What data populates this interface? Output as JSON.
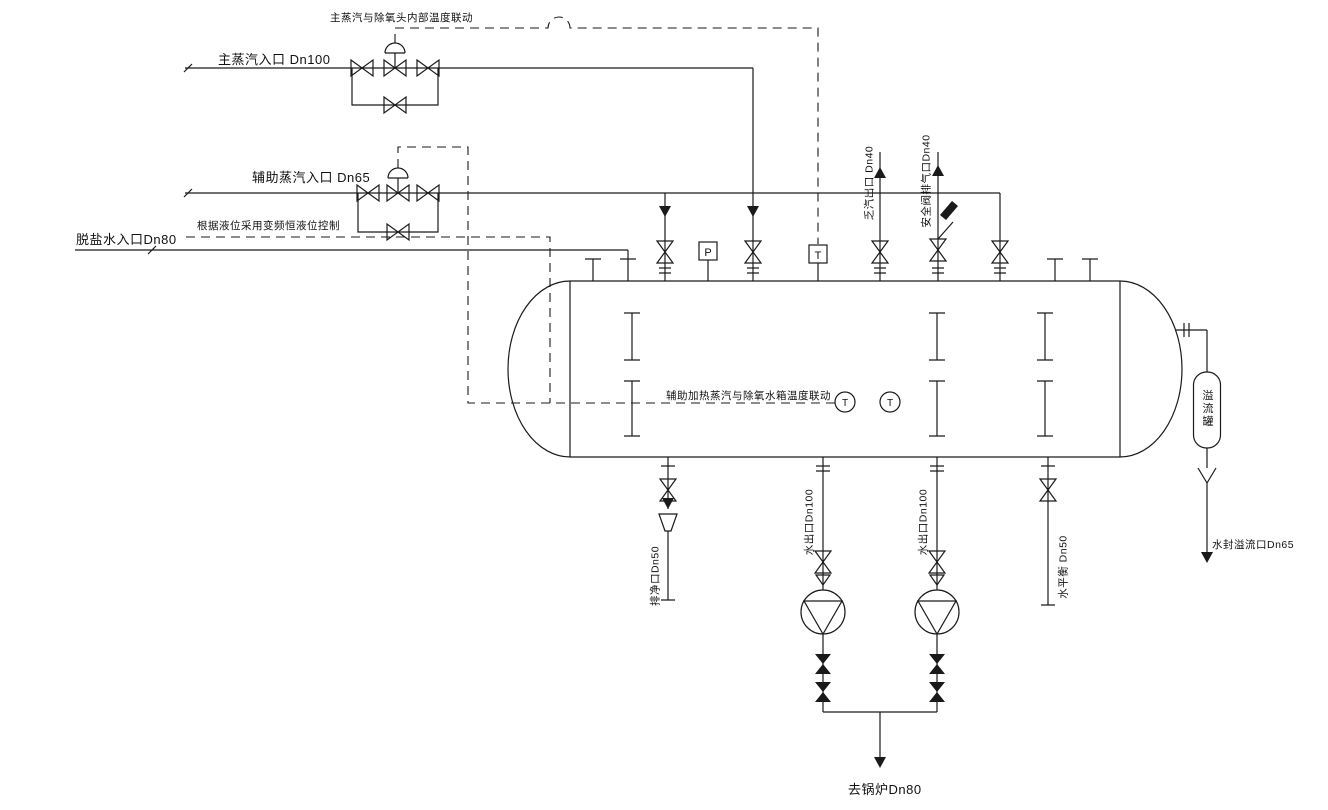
{
  "labels": {
    "main_steam_temp_interlock": "主蒸汽与除氧头内部温度联动",
    "main_steam_inlet": "主蒸汽入口 Dn100",
    "aux_steam_inlet": "辅助蒸汽入口 Dn65",
    "demin_water_inlet": "脱盐水入口Dn80",
    "level_control_note": "根据液位采用变频恒液位控制",
    "aux_heat_temp_interlock": "辅助加热蒸汽与除氧水箱温度联动",
    "exhaust_steam_outlet": "乏汽出口 Dn40",
    "safety_valve_vent": "安全阀排气口Dn40",
    "overflow_tank": "溢流罐",
    "drain_port": "排净口Dn50",
    "water_outlet_left": "水出口Dn100",
    "water_outlet_right": "水出口Dn100",
    "water_balance": "水平衡 Dn50",
    "water_seal_overflow": "水封溢流口Dn65",
    "to_boiler": "去锅炉Dn80"
  },
  "instruments": {
    "pressure_top": "P",
    "temp_top": "T",
    "temp_tank_1": "T",
    "temp_tank_2": "T"
  },
  "colors": {
    "line": "#1a1a1a",
    "background": "#ffffff"
  }
}
